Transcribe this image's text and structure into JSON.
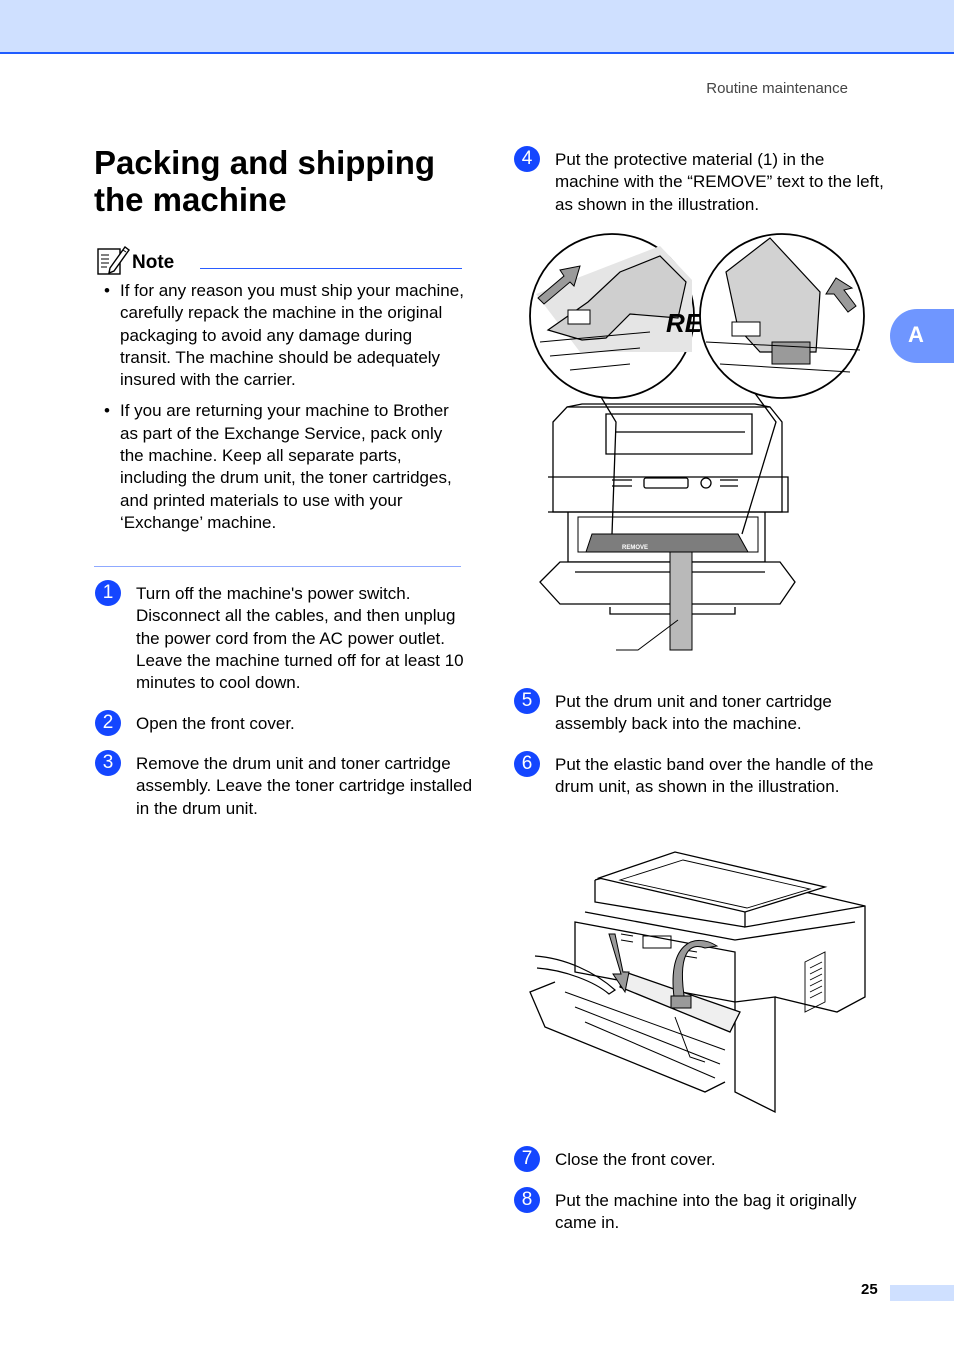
{
  "header": {
    "section": "Routine maintenance"
  },
  "title": "Packing and shipping the machine",
  "note": {
    "label": "Note",
    "items": [
      "If for any reason you must ship your machine, carefully repack the machine in the original packaging to avoid any damage during transit. The machine should be adequately insured with the carrier.",
      "If you are returning your machine to Brother as part of the Exchange Service, pack only the machine. Keep all separate parts, including the drum unit, the toner cartridges, and printed materials to use with your ‘Exchange’ machine."
    ]
  },
  "steps": [
    {
      "number": "1",
      "text": "Turn off the machine's power switch. Disconnect all the cables, and then unplug the power cord from the AC power outlet. Leave the machine turned off for at least 10 minutes to cool down."
    },
    {
      "number": "2",
      "text": "Open the front cover."
    },
    {
      "number": "3",
      "text": "Remove the drum unit and toner cartridge assembly. Leave the toner cartridge installed in the drum unit."
    },
    {
      "number": "4",
      "text": "Put the protective material (1) in the machine with the “REMOVE” text to the left, as shown in the illustration."
    },
    {
      "number": "5",
      "text": "Put the drum unit and toner cartridge assembly back into the machine."
    },
    {
      "number": "6",
      "text": "Put the elastic band over the handle of the drum unit, as shown in the illustration."
    },
    {
      "number": "7",
      "text": "Close the front cover."
    },
    {
      "number": "8",
      "text": "Put the machine into the bag it originally came in."
    }
  ],
  "illustration_protective": {
    "remove_text": "REMOVE",
    "zoom_text": "RE"
  },
  "side_tab": {
    "label": "A"
  },
  "footer": {
    "page_number": "25"
  }
}
